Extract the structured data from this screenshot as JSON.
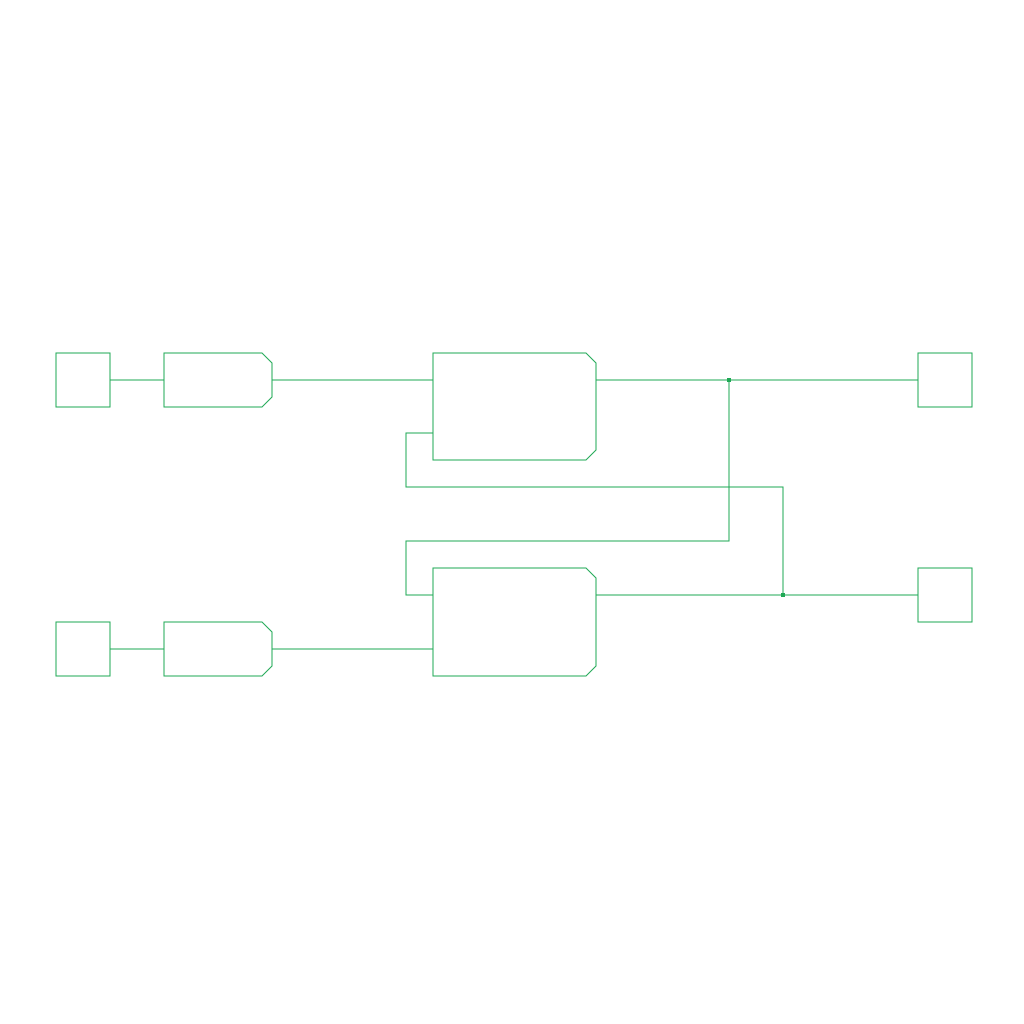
{
  "colors": {
    "stroke": "#1fa855",
    "background": "#ffffff"
  },
  "diagram": {
    "blocks": [
      {
        "name": "input-port-top",
        "kind": "port"
      },
      {
        "name": "input-buffer-top",
        "kind": "buffer"
      },
      {
        "name": "latch-gate-top",
        "kind": "gate"
      },
      {
        "name": "output-port-top",
        "kind": "port"
      },
      {
        "name": "input-port-bottom",
        "kind": "port"
      },
      {
        "name": "input-buffer-bottom",
        "kind": "buffer"
      },
      {
        "name": "latch-gate-bottom",
        "kind": "gate"
      },
      {
        "name": "output-port-bottom",
        "kind": "port"
      }
    ],
    "labels": []
  }
}
